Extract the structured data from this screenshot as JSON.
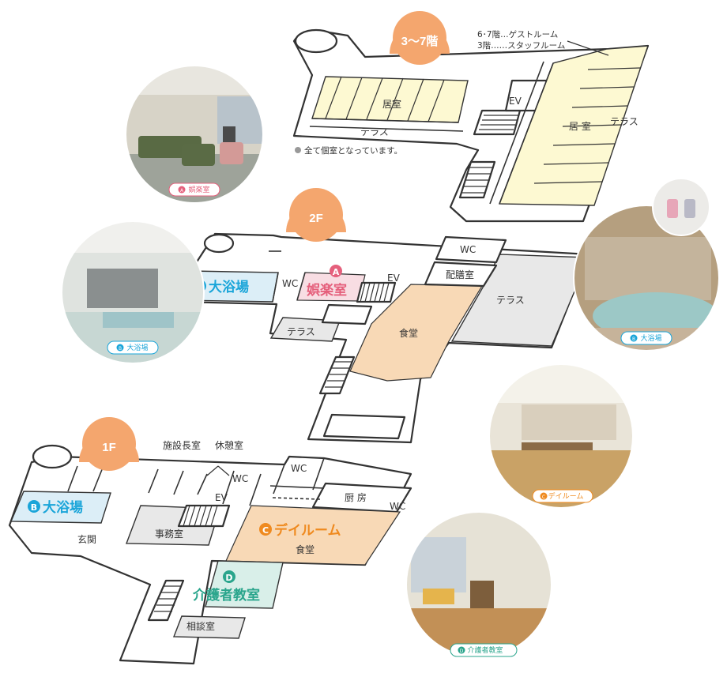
{
  "floors": {
    "f37": {
      "badge": "3～7階"
    },
    "f2": {
      "badge": "2F"
    },
    "f1": {
      "badge": "1F"
    }
  },
  "notes": {
    "guest_room": "6･7階…ゲストルーム",
    "staff_room": "3階……スタッフルーム",
    "private": "全て個室となっています。"
  },
  "rooms_37": {
    "room_left": "居室",
    "terrace_left": "テラス",
    "ev": "EV",
    "room_right": "居 室",
    "terrace_right": "テラス"
  },
  "rooms_2f": {
    "bath_letter": "B",
    "bath": "大浴場",
    "wc_left": "WC",
    "rec_letter": "A",
    "recreation": "娯楽室",
    "ev": "EV",
    "wc": "WC",
    "pantry": "配膳室",
    "terrace_right": "テラス",
    "terrace_left": "テラス",
    "dining": "食堂"
  },
  "rooms_1f": {
    "director": "施設長室",
    "lounge": "休憩室",
    "wc_a": "WC",
    "wc_b": "WC",
    "wc_c": "WC",
    "ev": "EV",
    "bath_letter": "B",
    "bath": "大浴場",
    "entrance": "玄関",
    "office": "事務室",
    "kitchen": "厨 房",
    "day_letter": "C",
    "dayroom": "デイルーム",
    "dining": "食堂",
    "care_letter": "D",
    "care_class": "介護者教室",
    "consult": "相談室"
  },
  "photos": {
    "recreation": {
      "letter": "A",
      "label": "娯楽室"
    },
    "bath_left": {
      "letter": "B",
      "label": "大浴場"
    },
    "bath_right": {
      "letter": "B",
      "label": "大浴場"
    },
    "dayroom": {
      "letter": "C",
      "label": "デイルーム"
    },
    "care": {
      "letter": "D",
      "label": "介護者教室"
    }
  },
  "colors": {
    "badge": "#f4a66e",
    "pink": "#e5607c",
    "blue": "#1aa5d9",
    "orange": "#ef8a1f",
    "teal": "#2aa58c"
  }
}
